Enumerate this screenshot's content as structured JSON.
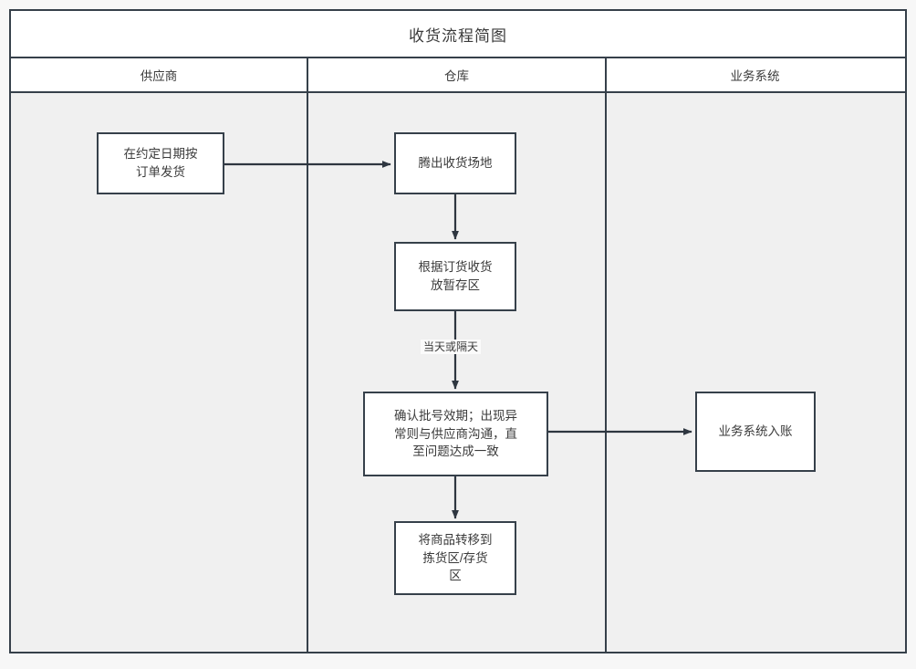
{
  "diagram": {
    "title": "收货流程简图",
    "lanes": [
      {
        "id": "supplier",
        "label": "供应商"
      },
      {
        "id": "warehouse",
        "label": "仓库"
      },
      {
        "id": "business-system",
        "label": "业务系统"
      }
    ],
    "nodes": [
      {
        "id": "n1",
        "lane": "supplier",
        "text": "在约定日期按\n订单发货"
      },
      {
        "id": "n2",
        "lane": "warehouse",
        "text": "腾出收货场地"
      },
      {
        "id": "n3",
        "lane": "warehouse",
        "text": "根据订货收货\n放暂存区"
      },
      {
        "id": "n4",
        "lane": "warehouse",
        "text": "确认批号效期；出现异\n常则与供应商沟通，直\n至问题达成一致"
      },
      {
        "id": "n5",
        "lane": "warehouse",
        "text": "将商品转移到\n拣货区/存货\n区"
      },
      {
        "id": "n6",
        "lane": "business-system",
        "text": "业务系统入账"
      }
    ],
    "edges": [
      {
        "id": "e1",
        "from": "n1",
        "to": "n2",
        "label": ""
      },
      {
        "id": "e2",
        "from": "n2",
        "to": "n3",
        "label": ""
      },
      {
        "id": "e3",
        "from": "n3",
        "to": "n4",
        "label": "当天或隔天"
      },
      {
        "id": "e4",
        "from": "n4",
        "to": "n6",
        "label": ""
      },
      {
        "id": "e5",
        "from": "n4",
        "to": "n5",
        "label": ""
      }
    ],
    "colors": {
      "border": "#36404a",
      "node_fill": "#ffffff",
      "lane_fill": "#f0f0f0",
      "header_fill": "#ffffff",
      "text": "#3b3b3b",
      "page_bg": "#f7f7f7"
    }
  }
}
